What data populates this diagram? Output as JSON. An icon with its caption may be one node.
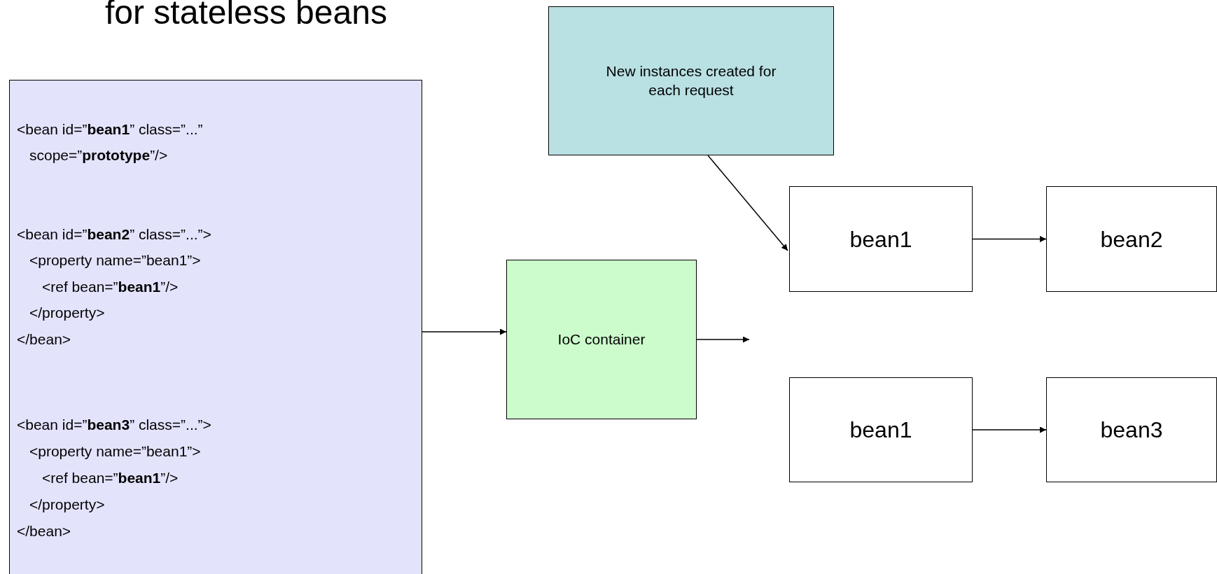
{
  "diagram": {
    "title": "for stateless beans",
    "nodes": [
      {
        "text": [
          "<bean id=”**bean1**” class=”...”",
          "scope=”**prototype**”/>",
          "<bean id=”**bean2**” class=”...”>",
          "<property name=”bean1”>",
          "<ref bean=”**bean1**”/>",
          "</property>",
          "</bean>",
          "<bean id=”**bean3**” class=”...”>",
          "<property name=”bean1”>",
          "<ref bean=”**bean1**”/>",
          "</property>",
          "</bean>"
        ]
      },
      {
        "text": [
          "New instances created for each request"
        ]
      },
      {
        "text": [
          "IoC container"
        ]
      },
      {
        "text": [
          "bean1"
        ]
      },
      {
        "text": [
          "bean2"
        ]
      },
      {
        "text": [
          "bean1"
        ]
      },
      {
        "text": [
          "bean3"
        ]
      }
    ],
    "edges": [
      {
        "from": 0,
        "to": 2,
        "arrow": "to"
      },
      {
        "from": 2,
        "to": null,
        "arrow": "to"
      },
      {
        "from": 1,
        "to": 3,
        "arrow": "to"
      },
      {
        "from": 3,
        "to": 4,
        "arrow": "to"
      },
      {
        "from": 5,
        "to": 6,
        "arrow": "to"
      }
    ]
  }
}
